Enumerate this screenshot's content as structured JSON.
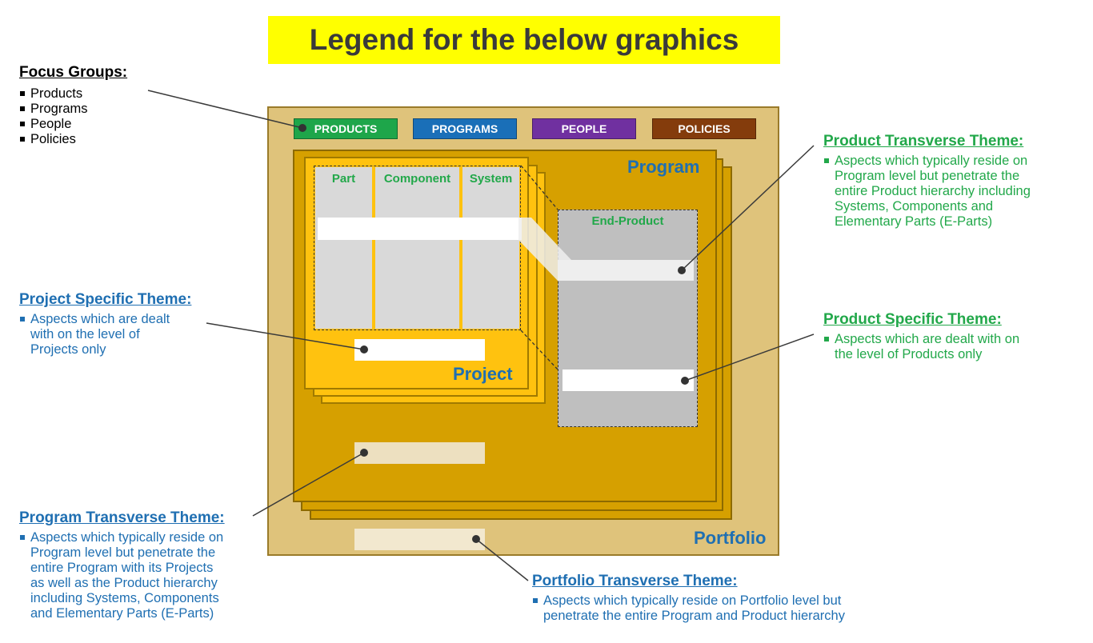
{
  "title": "Legend for the below graphics",
  "colors": {
    "products": "#1ea64a",
    "programs": "#1a6fb8",
    "people": "#7030a0",
    "policies": "#843c0c"
  },
  "focus_groups": {
    "heading": "Focus Groups:",
    "items": [
      "Products",
      "Programs",
      "People",
      "Policies"
    ]
  },
  "project_specific": {
    "heading": "Project Specific Theme:",
    "lines": [
      "Aspects which are dealt",
      "with on the level of",
      "Projects only"
    ]
  },
  "program_transverse": {
    "heading": "Program Transverse Theme:",
    "lines": [
      "Aspects which typically reside on",
      "Program level but penetrate the",
      "entire Program with its Projects",
      "as well as the Product hierarchy",
      "including Systems, Components",
      "and Elementary Parts (E-Parts)"
    ]
  },
  "product_transverse": {
    "heading": "Product Transverse Theme:",
    "lines": [
      "Aspects which typically reside on",
      "Program level but penetrate the",
      "entire Product hierarchy including",
      "Systems, Components and",
      "Elementary Parts (E-Parts)"
    ]
  },
  "product_specific": {
    "heading": "Product Specific Theme:",
    "lines": [
      "Aspects which are dealt with on",
      "the level of Products only"
    ]
  },
  "portfolio_transverse": {
    "heading": "Portfolio Transverse Theme:",
    "lines": [
      "Aspects which typically reside on Portfolio level but",
      "penetrate the entire Program and Product hierarchy"
    ]
  },
  "diagram": {
    "buttons": [
      "PRODUCTS",
      "PROGRAMS",
      "PEOPLE",
      "POLICIES"
    ],
    "program_label": "Program",
    "project_label": "Project",
    "portfolio_label": "Portfolio",
    "columns": [
      "Part",
      "Component",
      "System"
    ],
    "end_product_label": "End-Product"
  }
}
